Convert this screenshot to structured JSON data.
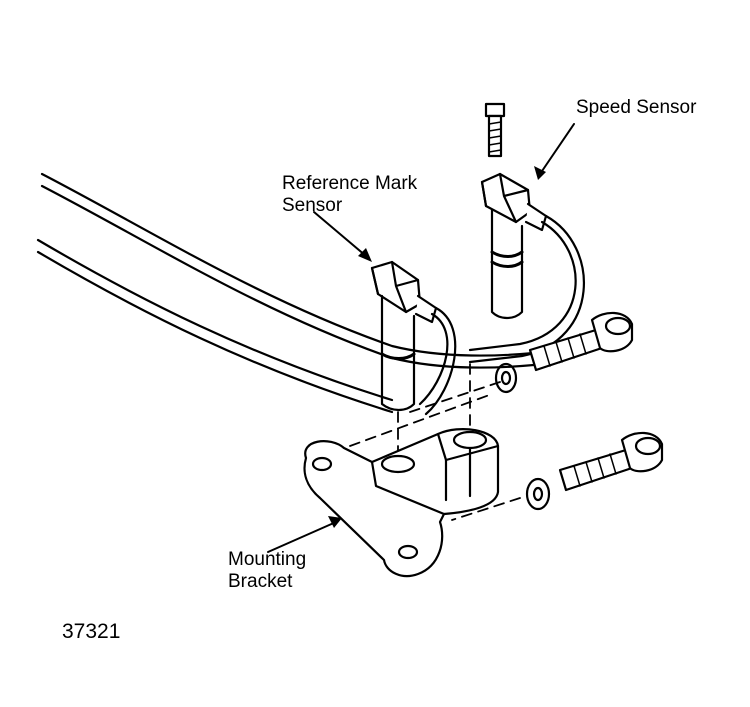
{
  "labels": {
    "speed_sensor": "Speed Sensor",
    "reference_mark_sensor_line1": "Reference Mark",
    "reference_mark_sensor_line2": "Sensor",
    "mounting_bracket_line1": "Mounting",
    "mounting_bracket_line2": "Bracket",
    "figure_number": "37321"
  },
  "colors": {
    "ink": "#000000",
    "paper": "#ffffff"
  }
}
